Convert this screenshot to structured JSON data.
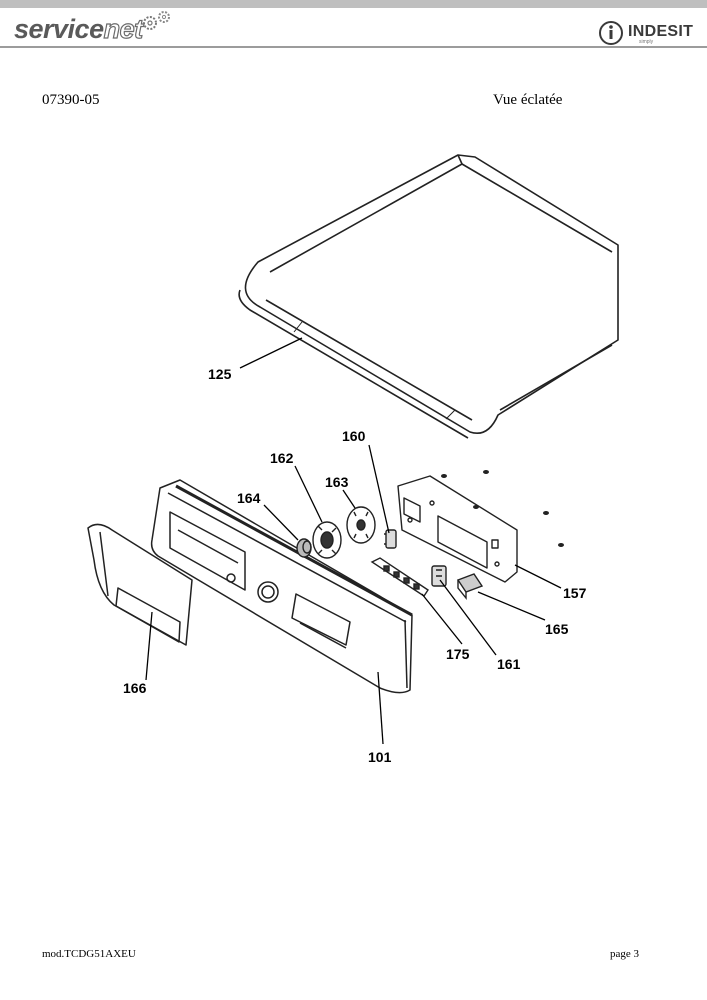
{
  "header": {
    "logo_prefix": "service",
    "logo_suffix": "net",
    "brand": "INDESIT",
    "brand_tagline": "simply"
  },
  "document": {
    "model_code": "07390-05",
    "view_title": "Vue éclatée"
  },
  "callouts": [
    {
      "id": "125",
      "label": "125"
    },
    {
      "id": "160",
      "label": "160"
    },
    {
      "id": "162",
      "label": "162"
    },
    {
      "id": "163",
      "label": "163"
    },
    {
      "id": "164",
      "label": "164"
    },
    {
      "id": "157",
      "label": "157"
    },
    {
      "id": "165",
      "label": "165"
    },
    {
      "id": "175",
      "label": "175"
    },
    {
      "id": "161",
      "label": "161"
    },
    {
      "id": "166",
      "label": "166"
    },
    {
      "id": "101",
      "label": "101"
    }
  ],
  "footer": {
    "model": "mod.TCDG51AXEU",
    "page": "page 3"
  }
}
